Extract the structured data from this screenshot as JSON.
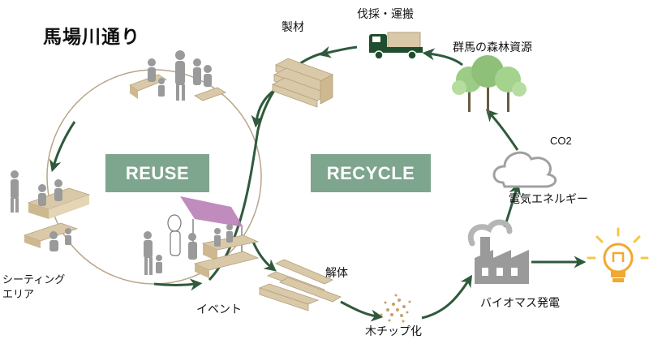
{
  "title": "馬場川通り",
  "badges": {
    "reuse": "REUSE",
    "recycle": "RECYCLE"
  },
  "labels": {
    "lumber": "製材",
    "logging": "伐採・運搬",
    "forest": "群馬の森林資源",
    "co2": "CO2",
    "electricity": "電気エネルギー",
    "biomass": "バイオマス発電",
    "chips": "木チップ化",
    "dismantle": "解体",
    "event": "イベント",
    "seating_line1": "シーティング",
    "seating_line2": "エリア"
  },
  "colors": {
    "arrow": "#2f5a3c",
    "badge": "#7ea58e",
    "circle": "#b9a58a",
    "wood": "#d9c9a8",
    "truck": "#1f4d2e",
    "tree": "#8fc07a",
    "gray": "#9a9a9a",
    "bulb": "#f0a830"
  }
}
